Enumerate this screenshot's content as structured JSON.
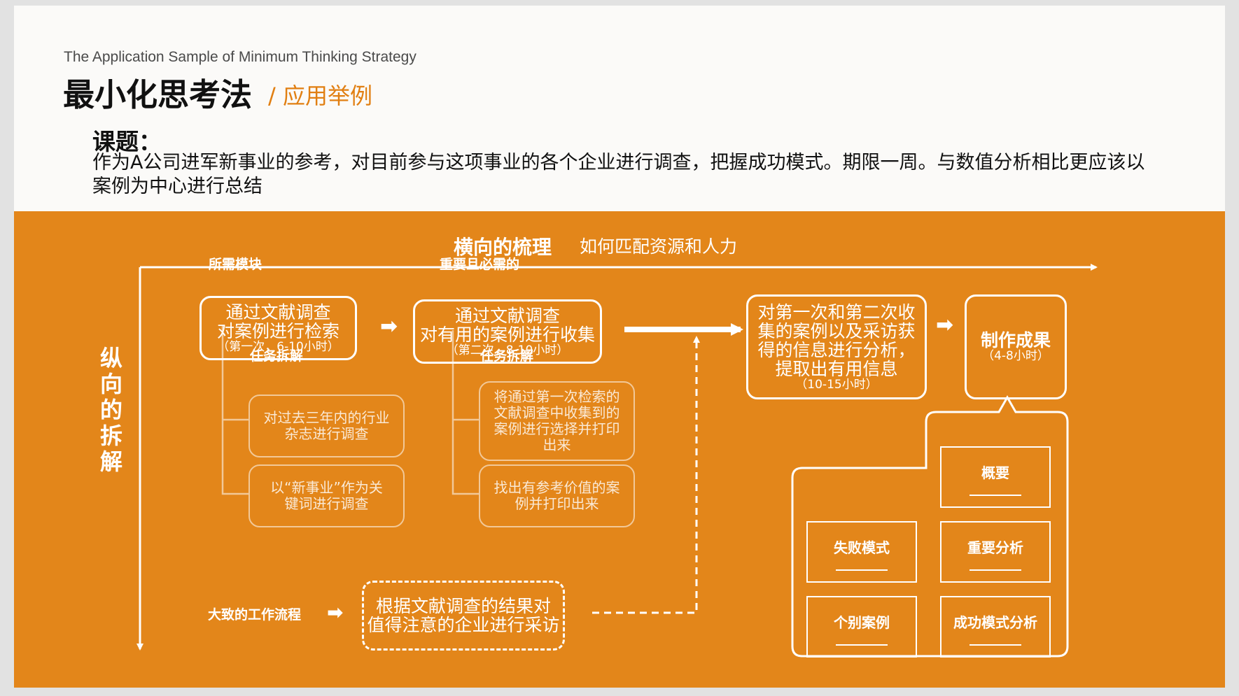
{
  "header": {
    "subtitle_en": "The Application Sample  of  Minimum Thinking Strategy",
    "title": "最小化思考法",
    "title_suffix": "/ 应用举例"
  },
  "topic": {
    "label": "课题：",
    "text": "作为A公司进军新事业的参考，对目前参与这项事业的各个企业进行调查，把握成功模式。期限一周。与数值分析相比更应该以案例为中心进行总结"
  },
  "diagram": {
    "horizontal_axis": {
      "label_bold": "横向的梳理",
      "label": "如何匹配资源和人力"
    },
    "vertical_axis": {
      "label": "纵向的拆解"
    },
    "step1": {
      "tag": "所需模块",
      "line1": "通过文献调查",
      "line2": "对案例进行检索",
      "line3": "（第一次，6-10小时）"
    },
    "step2": {
      "tag": "重要且必需的",
      "line1": "通过文献调查",
      "line2": "对有用的案例进行收集",
      "line3": "（第二次，8-10小时）"
    },
    "step3": {
      "line1": "对第一次和第二次收",
      "line2": "集的案例以及采访获",
      "line3": "得的信息进行分析，",
      "line4": "提取出有用信息",
      "line5": "（10-15小时）"
    },
    "step4": {
      "line1": "制作成果",
      "line2": "（4-8小时）"
    },
    "tasks1": {
      "label": "任务拆解",
      "items": [
        {
          "line1": "对过去三年内的行业",
          "line2": "杂志进行调查"
        },
        {
          "line1": "以“新事业”作为关",
          "line2": "键词进行调查"
        }
      ]
    },
    "tasks2": {
      "label": "任务拆解",
      "items": [
        {
          "line1": "将通过第一次检索的",
          "line2": "文献调查中收集到的",
          "line3": "案例进行选择并打印",
          "line4": "出来"
        },
        {
          "line1": "找出有参考价值的案",
          "line2": "例并打印出来"
        }
      ]
    },
    "workflow": {
      "label": "大致的工作流程",
      "line1": "根据文献调查的结果对",
      "line2": "值得注意的企业进行采访"
    },
    "output_cells": [
      "概要",
      "失败模式",
      "重要分析",
      "个别案例",
      "成功模式分析"
    ],
    "arrow_glyph": "➡"
  },
  "colors": {
    "accent": "#e3861a",
    "title_accent": "#e17f12",
    "background": "#fbfaf8"
  }
}
